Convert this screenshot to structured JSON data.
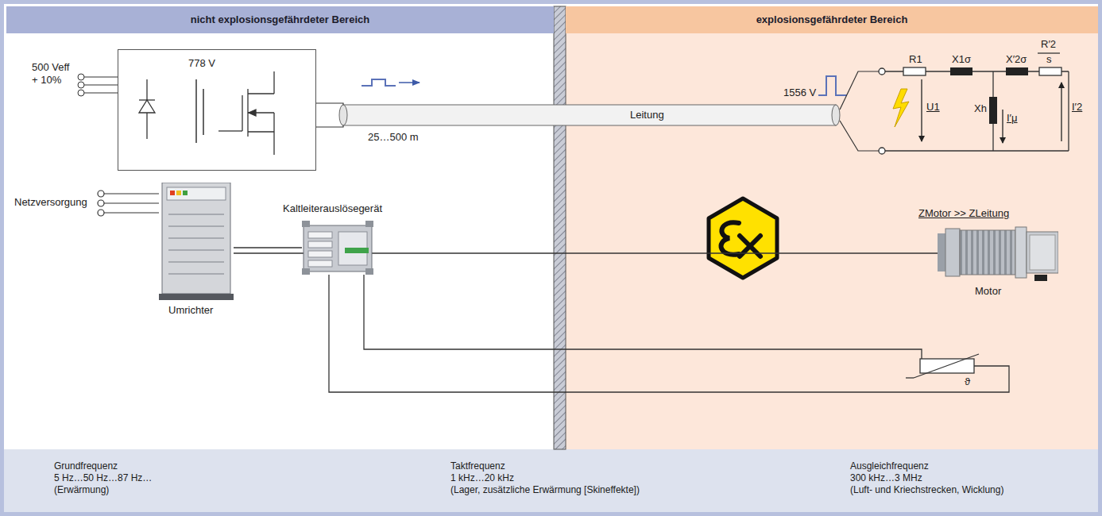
{
  "diagram": {
    "nodes": [
      {
        "text": [
          "nicht explosionsgefährdeter Bereich"
        ]
      },
      {
        "text": [
          "explosionsgefährdeter Bereich"
        ]
      },
      {
        "text": [
          "778 V"
        ]
      },
      {
        "text": [
          "Umrichter"
        ]
      },
      {
        "text": [
          "Kaltleiterauslösegerät"
        ]
      },
      {
        "text": [
          "Motor"
        ]
      },
      {
        "text": [
          "Grundfrequenz",
          "5 Hz…50 Hz…87 Hz…",
          "(Erwärmung)",
          "Taktfrequenz",
          "1 kHz…20 kHz",
          "(Lager, zusätzliche Erwärmung [Skineffekte])",
          "Ausgleichfrequenz",
          "300 kHz…3 MHz",
          "(Luft- und Kriechstrecken, Wicklung)"
        ]
      }
    ],
    "edges": [
      {
        "from": 3,
        "to": 4,
        "arrow": "none"
      },
      {
        "from": 3,
        "to": 5,
        "arrow": "none"
      }
    ],
    "labels": [
      "500 Veff",
      "+ 10%",
      "25…500 m",
      "Leitung",
      "1556 V",
      "R1",
      "X1σ",
      "X′2σ",
      "R′2",
      "s",
      "U1",
      "Xh",
      "I′μ",
      "I′2",
      "Netzversorgung",
      "ZMotor >> ZLeitung",
      "ϑ"
    ]
  }
}
